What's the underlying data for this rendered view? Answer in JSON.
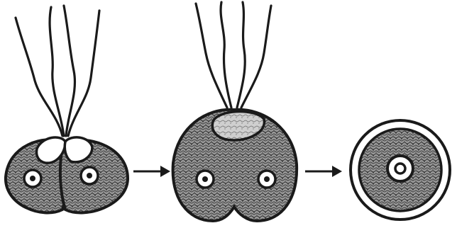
{
  "figure": {
    "stages": [
      {
        "id": "paired-cells",
        "nuclei": 2,
        "flagella": 4
      },
      {
        "id": "fused-cell",
        "nuclei": 2,
        "flagella": 4
      },
      {
        "id": "cyst",
        "nuclei": 1,
        "flagella": 0
      }
    ],
    "transitions": [
      "arrow-right",
      "arrow-right"
    ],
    "colors": {
      "ink": "#1a1a1a",
      "cell_fill": "#8a8a8a",
      "background": "#ffffff"
    }
  }
}
